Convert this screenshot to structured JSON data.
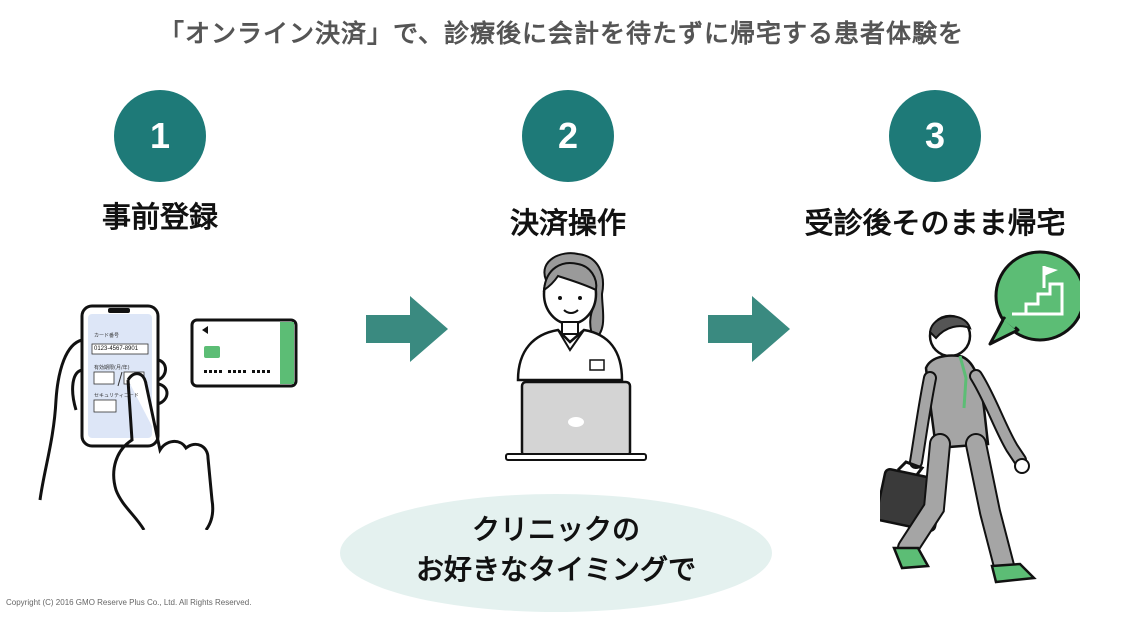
{
  "headline": "「オンライン決済」で、診療後に会計を待たずに帰宅する患者体験を",
  "steps": [
    {
      "number": "1",
      "label": "事前登録"
    },
    {
      "number": "2",
      "label": "決済操作"
    },
    {
      "number": "3",
      "label": "受診後そのまま帰宅"
    }
  ],
  "phone_form": {
    "card_number_label": "カード番号",
    "card_number_value": "0123-4567-8901",
    "expiry_label": "有効期限(月/年)",
    "security_label": "セキュリティコード"
  },
  "bubble": {
    "line1": "クリニックの",
    "line2": "お好きなタイミングで"
  },
  "copyright": "Copyright (C) 2016 GMO Reserve Plus Co., Ltd. All Rights Reserved.",
  "colors": {
    "teal": "#1e7a78",
    "arrow": "#3a8a80",
    "bubble_bg": "#e4f1ef",
    "accent_green": "#5cbd75"
  }
}
